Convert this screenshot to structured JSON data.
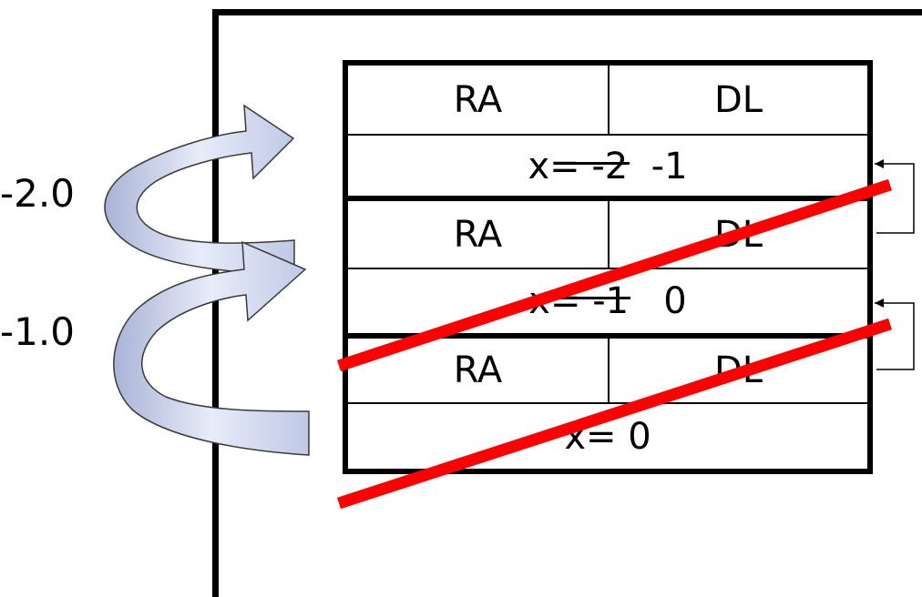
{
  "side_labels": {
    "upper": "-2.0",
    "lower": "-1.0"
  },
  "frames": [
    {
      "ra_label": "RA",
      "dl_label": "DL",
      "x_prefix": "x=",
      "x_old": "-2",
      "x_new": "-1",
      "crossed_out": true
    },
    {
      "ra_label": "RA",
      "dl_label": "DL",
      "x_prefix": "x=",
      "x_old": "-1",
      "x_new": "0",
      "crossed_out": true
    },
    {
      "ra_label": "RA",
      "dl_label": "DL",
      "x_prefix": "x=",
      "x_value": "0",
      "crossed_out": false
    }
  ],
  "colors": {
    "cross_out": "#ff0000",
    "arrow_fill": "#cfd6ee",
    "arrow_stroke": "#3a3a3a",
    "line": "#000000"
  }
}
